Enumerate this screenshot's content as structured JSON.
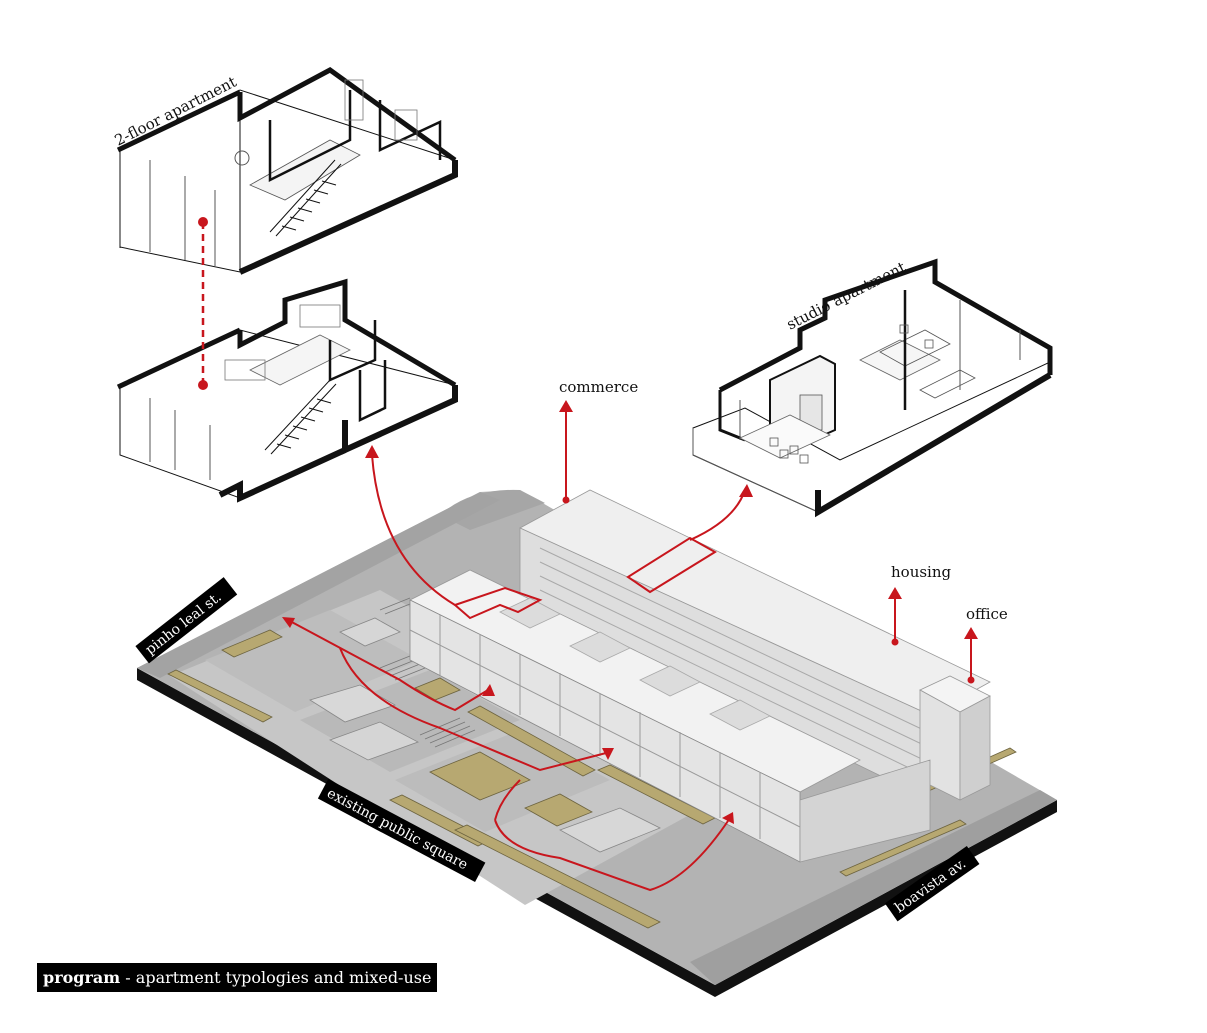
{
  "labels": {
    "two_floor": "2-floor apartment",
    "studio": "studio apartment",
    "commerce": "commerce",
    "housing": "housing",
    "office": "office"
  },
  "street_tags": {
    "pinho": "pinho leal st.",
    "square": "existing public square",
    "boavista": "boavista av."
  },
  "caption": {
    "bold": "program",
    "rest": " - apartment typologies and mixed-use"
  },
  "colors": {
    "accent": "#c8161d",
    "ground": "#b3b3b3",
    "plaza": "#c4c4c4",
    "planter": "#b7a871",
    "building": "#ebebeb"
  }
}
